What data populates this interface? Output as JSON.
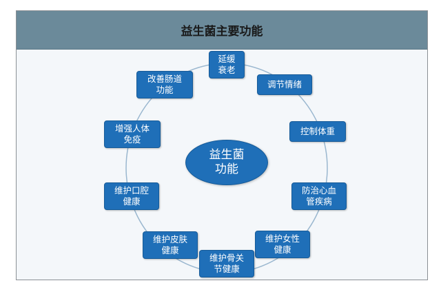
{
  "header": {
    "title": "益生菌主要功能"
  },
  "center": {
    "label": "益生菌\n功能"
  },
  "nodes": [
    {
      "id": "anti-aging",
      "label": "延缓\n衰老"
    },
    {
      "id": "mood",
      "label": "调节情绪"
    },
    {
      "id": "weight",
      "label": "控制体重"
    },
    {
      "id": "cardio",
      "label": "防治心血\n管疾病"
    },
    {
      "id": "female",
      "label": "维护女性\n健康"
    },
    {
      "id": "bone",
      "label": "维护骨关\n节健康"
    },
    {
      "id": "skin",
      "label": "维护皮肤\n健康"
    },
    {
      "id": "oral",
      "label": "维护口腔\n健康"
    },
    {
      "id": "immune",
      "label": "增强人体\n免疫"
    },
    {
      "id": "gut",
      "label": "改善肠道\n功能"
    }
  ],
  "colors": {
    "node": "#1f6fb8",
    "ring": "#9ab7cf",
    "header": "#6b8a9a"
  }
}
